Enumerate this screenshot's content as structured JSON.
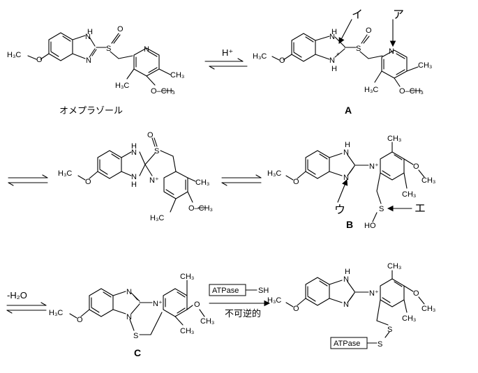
{
  "names": {
    "omeprazole": "オメプラゾール",
    "A": "A",
    "B": "B",
    "C": "C"
  },
  "markers": {
    "i": "イ",
    "a": "ア",
    "u": "ウ",
    "e": "エ"
  },
  "reagents": {
    "h_plus": "H⁺",
    "minus_h2o": "-H₂O",
    "atpase": "ATPase",
    "sh": "SH",
    "irreversible": "不可逆的"
  },
  "atoms": {
    "H": "H",
    "N": "N",
    "S": "S",
    "O": "O",
    "N_plus": "N⁺",
    "HO": "HO",
    "plus": "+",
    "CH3": "CH₃",
    "H3C": "H₃C",
    "O_CH3": "O–CH₃"
  }
}
